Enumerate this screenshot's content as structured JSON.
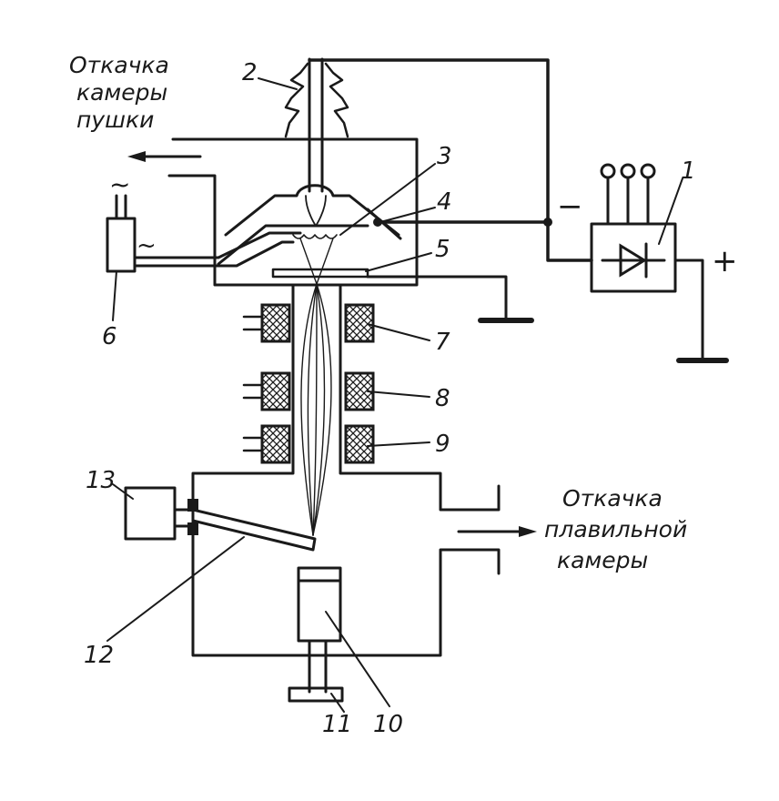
{
  "diagram": {
    "captions": {
      "gun_pumping": [
        "Откачка",
        "камеры",
        "пушки"
      ],
      "melt_pumping": [
        "Откачка",
        "плавильной",
        "камеры"
      ]
    },
    "labels": [
      "1",
      "2",
      "3",
      "4",
      "5",
      "6",
      "7",
      "8",
      "9",
      "10",
      "11",
      "12",
      "13"
    ],
    "symbols": {
      "minus": "−",
      "plus": "+",
      "ac_top": "~",
      "ac_side": "~"
    },
    "colors": {
      "ink": "#1a1a1a",
      "paper": "#ffffff"
    }
  }
}
